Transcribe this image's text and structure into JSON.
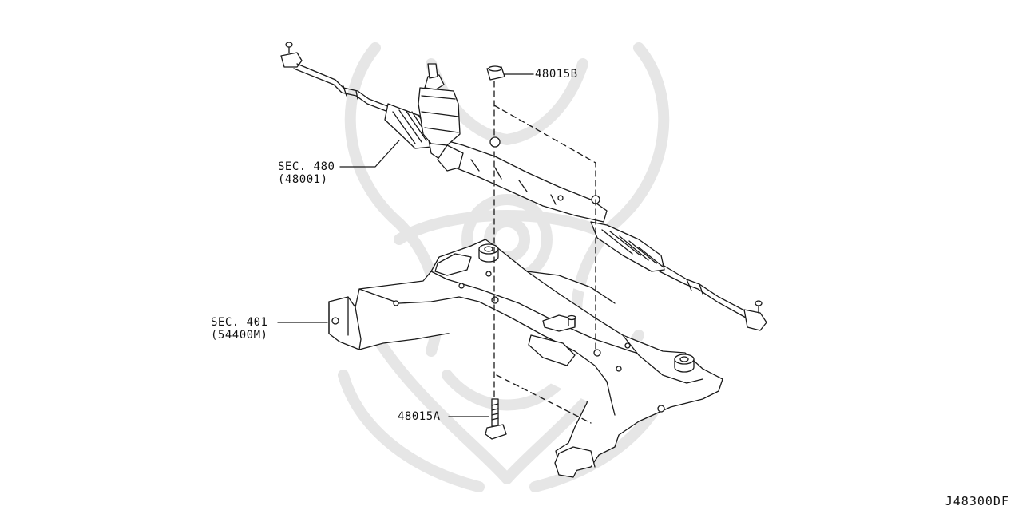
{
  "labels": {
    "part_48015b": "48015B",
    "sec480_line1": "SEC. 480",
    "sec480_line2": "(48001)",
    "sec401_line1": "SEC. 401",
    "sec401_line2": "(54400M)",
    "part_48015a": "48015A"
  },
  "diagram_ref": "J48300DF",
  "colors": {
    "line": "#1a1a1a",
    "watermark": "#e9e9e9"
  }
}
